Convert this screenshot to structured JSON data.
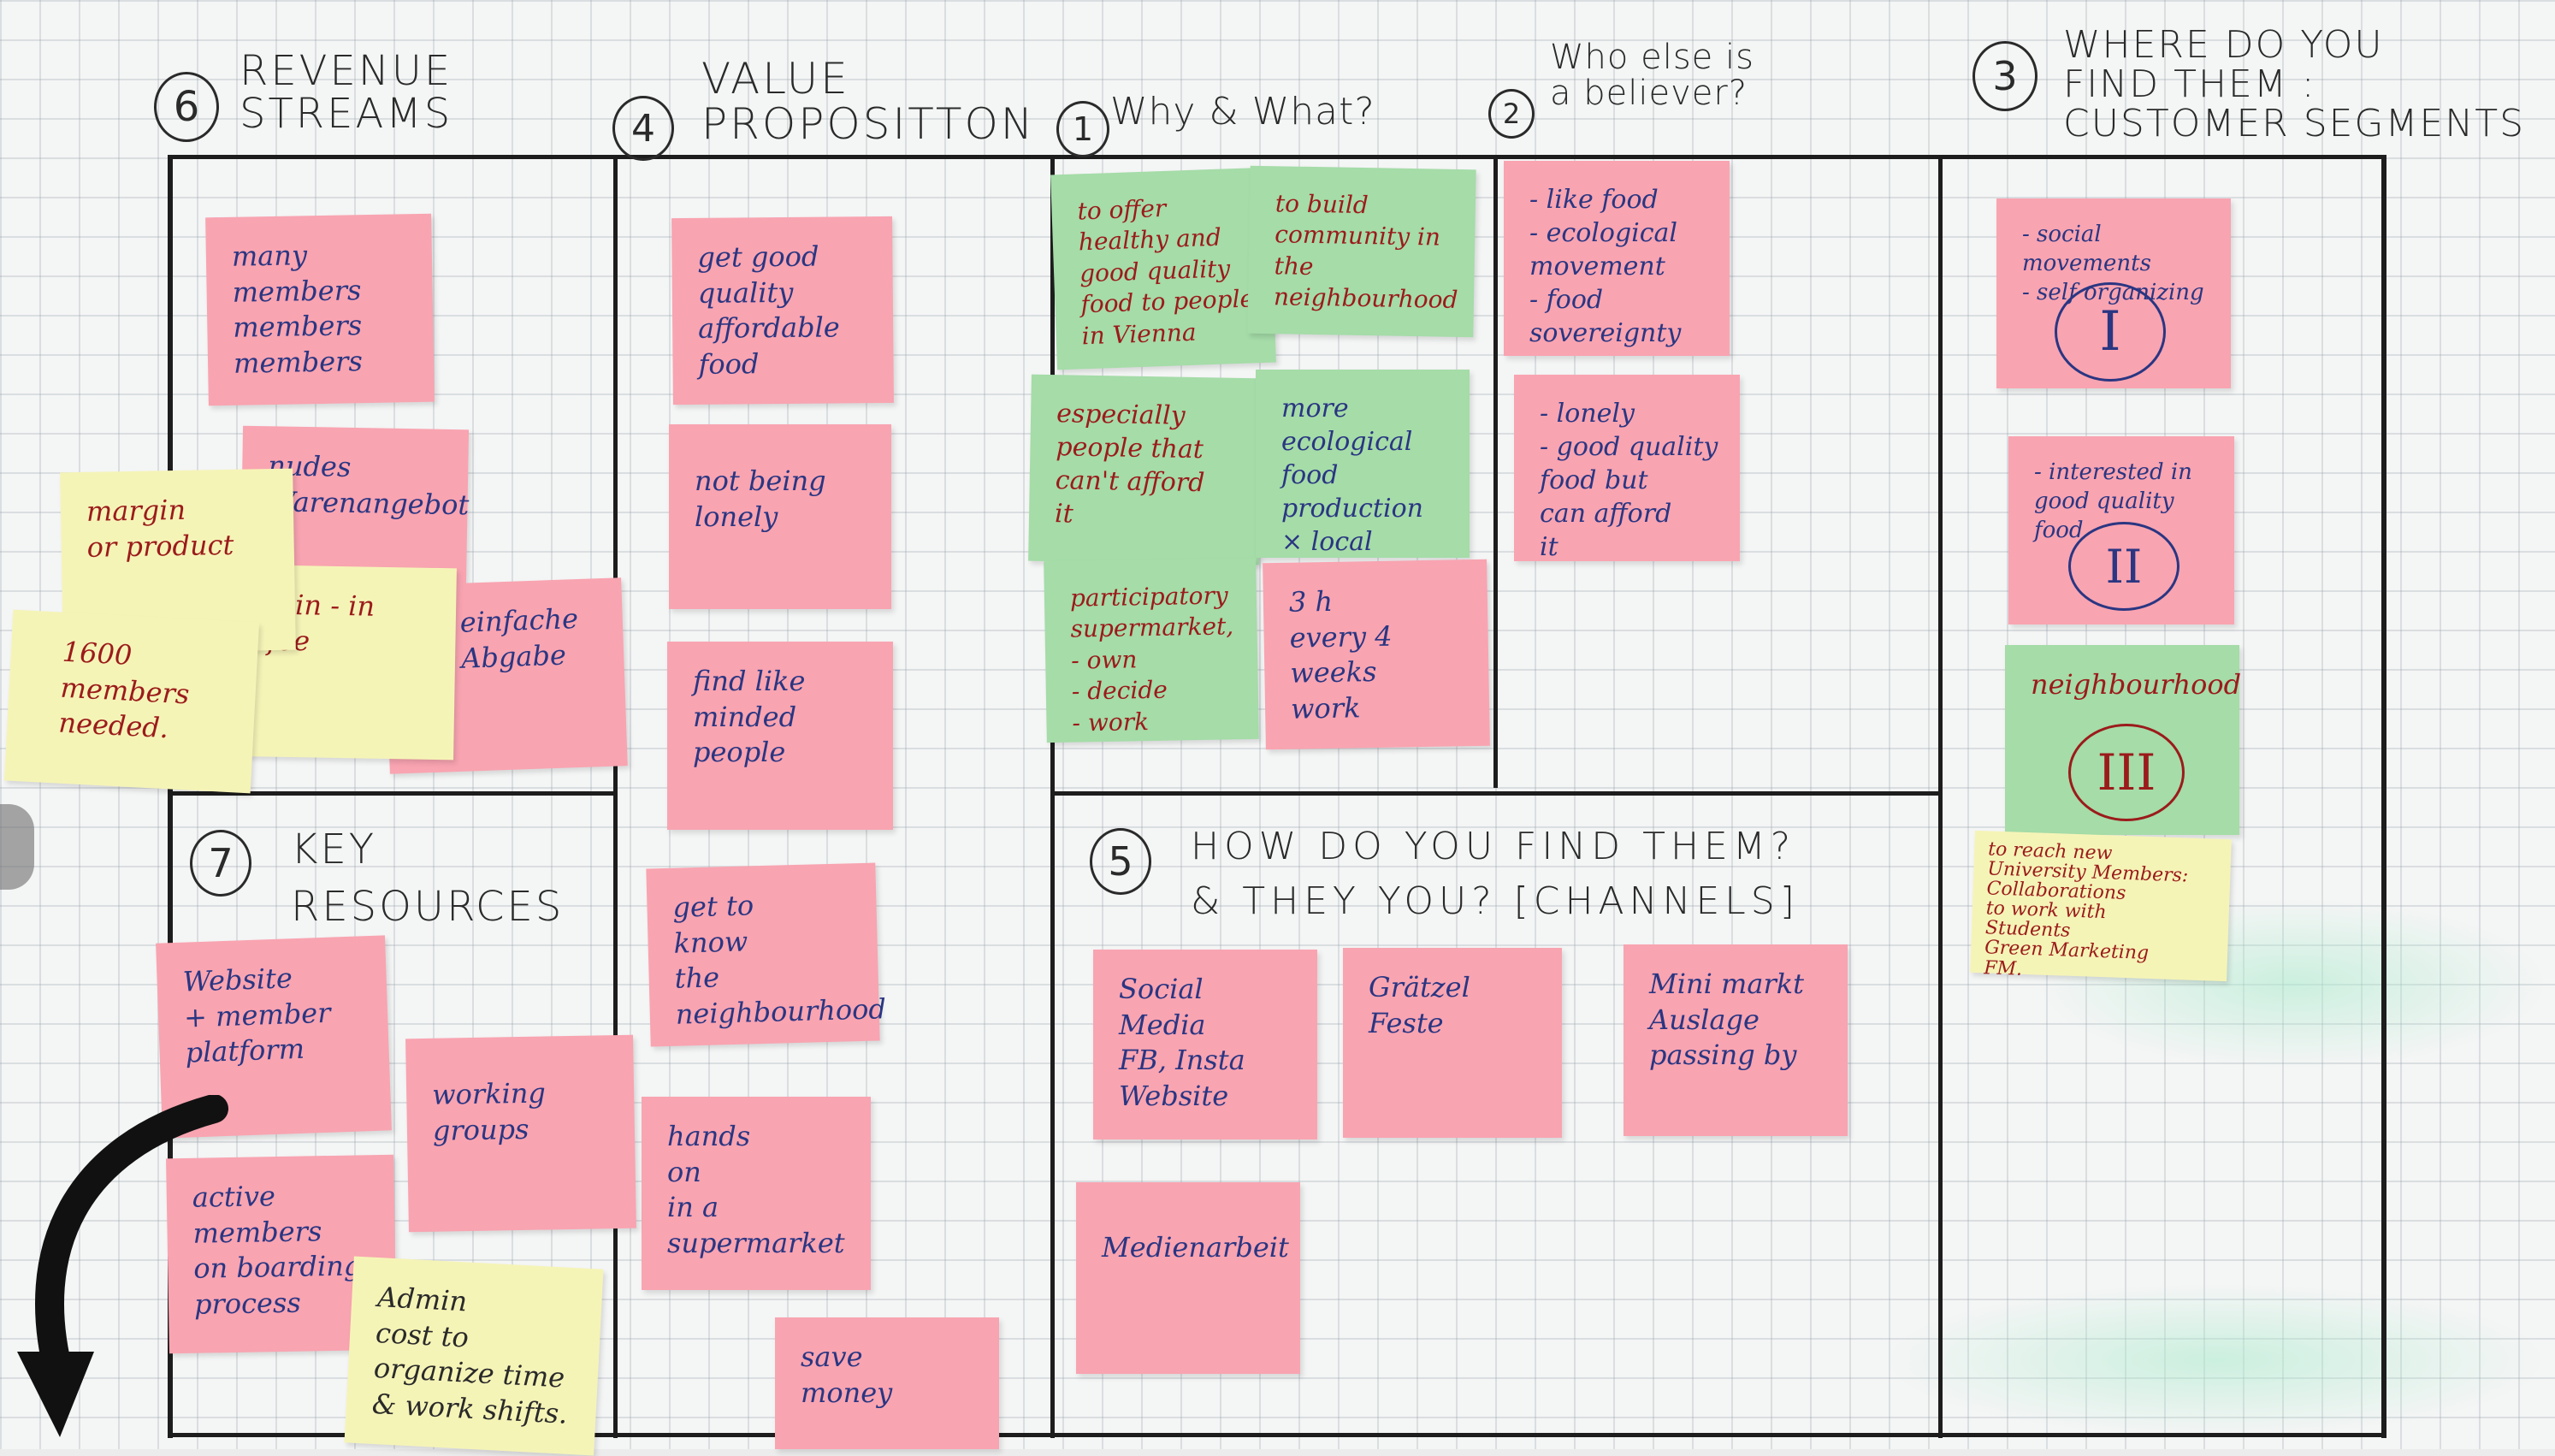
{
  "headers": {
    "revenue": {
      "num": "6",
      "text": "REVENUE\nSTREAMS"
    },
    "value": {
      "num": "4",
      "text": "VALUE\nPROPOSITTON"
    },
    "why": {
      "num": "1",
      "text": "Why & What?"
    },
    "believer": {
      "num": "2",
      "text": "Who else is\na believer?"
    },
    "where": {
      "num": "3",
      "text": "WHERE DO YOU\nFIND THEM :\nCUSTOMER SEGMENTS"
    },
    "key": {
      "num": "7",
      "text": "KEY\nRESOURCES"
    },
    "channels": {
      "num": "5",
      "text": "HOW DO YOU FIND THEM?\n& THEY YOU? [CHANNELS]"
    }
  },
  "notes": {
    "many_members": "many\nmembers\nmembers\nmembers",
    "nudes": "nudes\nWarenangebot",
    "margin": "margin\nor product",
    "join_in": "Join - in\nfee",
    "members_1600": "1600\nmembers\nneeded.",
    "teilnahme": "einfache\nAbgabe",
    "get_food": "get good\nquality\naffordable\nfood",
    "not_lonely": "not being\nlonely",
    "find_like": "find like\nminded\npeople",
    "get_to_know": "get to\nknow\nthe\nneighbourhood",
    "hands_on": "hands\non\nin a\nsupermarket",
    "save_money": "save\nmoney",
    "to_offer": "to offer\nhealthy and\ngood quality\nfood to people\nin Vienna",
    "to_build": "to build\ncommunity in\nthe\nneighbourhood",
    "especially": "especially\npeople that\ncan't afford\nit",
    "ecological": "more ecological\nfood production\n× local\nsmall scale",
    "participatory": "participatory\nsupermarket,\n- own\n- decide\n- work",
    "three_h": "3 h\nevery 4 weeks\nwork",
    "like_food": "- like food\n- ecological\nmovement\n- food sovereignty",
    "lonely": "- lonely\n- good quality\nfood but\ncan afford\nit",
    "social_movements": "- social\nmovements\n- self organizing",
    "interested": "- interested in\ngood quality\nfood",
    "neighbourhood": "neighbourhood",
    "university": "to reach new\nUniversity Members:\nCollaborations\nto work with\nStudents\nGreen Marketing\nFM.",
    "social_media": "Social\nMedia\nFB, Insta\nWebsite",
    "graetzel": "Grätzel\nFeste",
    "mini_markt": "Mini markt\nAuslage\npassing by",
    "medienarbeit": "Medienarbeit",
    "website": "Website\n+ member\nplatform",
    "working_groups": "working\ngroups",
    "active_members": "active\nmembers\non boarding\nprocess",
    "admin": "Admin\ncost to\norganize time\n& work shifts."
  },
  "roman": {
    "one": "I",
    "two": "II",
    "three": "III"
  },
  "colors": {
    "pink": "#f9a4b1",
    "green": "#a5dca8",
    "yellow": "#f5f4b7",
    "ink_blue": "#2a3682",
    "ink_red": "#9b1b1b"
  }
}
